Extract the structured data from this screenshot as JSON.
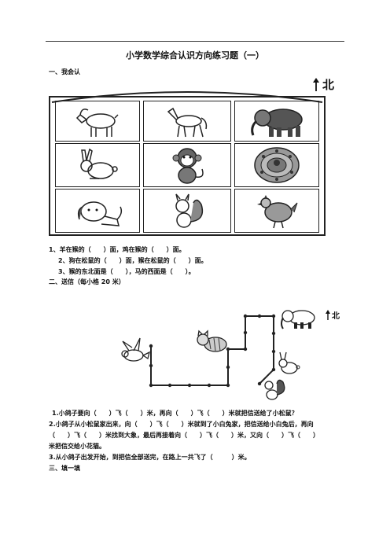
{
  "title": "小学数学综合认识方向练习题（一）",
  "section1": {
    "heading": "一、我会认",
    "north_label": "北"
  },
  "animals_grid": [
    [
      "goat",
      "horse",
      "elephant"
    ],
    [
      "rabbit",
      "monkey",
      "peacock"
    ],
    [
      "dog",
      "squirrel",
      "chicken"
    ]
  ],
  "section1_questions": [
    "1、羊在猴的（　　）面，鸡在猴的（　　）面。",
    "2、狗在松鼠的（　　）面，猴在松鼠的（　　）面。",
    "3、猴的东北面是（　　），马的西面是（　　）。"
  ],
  "section2": {
    "heading": "二、送信（每小格 20 米）",
    "north_label": "北"
  },
  "section2_questions": [
    "1.小鸽子要向（　　）飞（　　）米，再向（　　）飞（　　）米就把信送给了小松鼠？",
    "2.小鸽子从小松鼠家出来，向（　　）飞（　　）米就到了小白兔家，把信送给小白兔后，再向",
    "（　　）飞（　　）米找到大象，最后再接着向（　　）飞（　　）米，又向（　　）飞（　　）",
    "米把信交给小花猫。",
    "3.从小鸽子出发开始，到把信全部送完，在路上一共飞了（　　　）米。"
  ],
  "section3": {
    "heading": "三、填一填"
  }
}
